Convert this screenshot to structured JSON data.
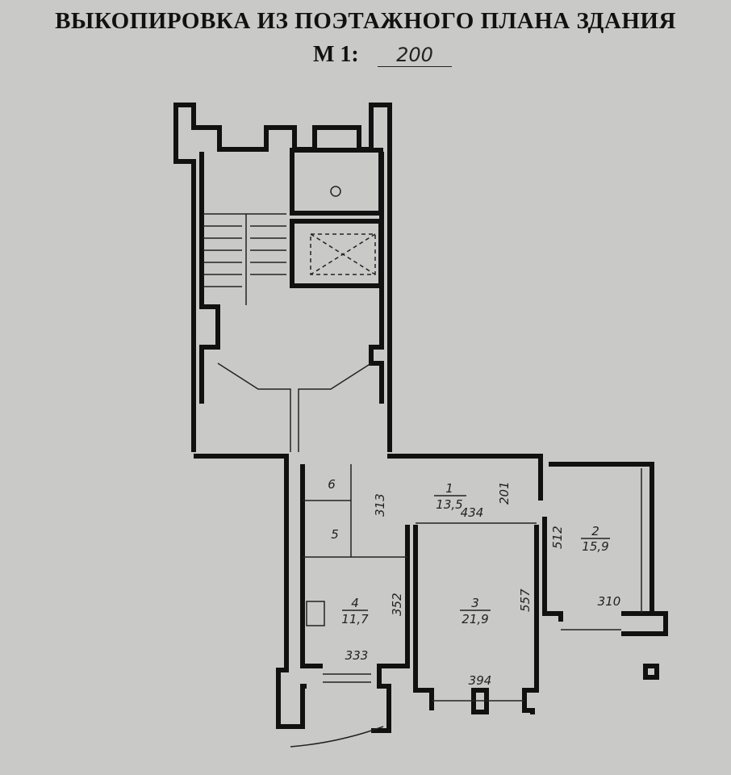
{
  "title": "ВЫКОПИРОВКА ИЗ ПОЭТАЖНОГО ПЛАНА ЗДАНИЯ",
  "scale": {
    "label": "М 1:",
    "value": "200"
  },
  "rooms": [
    {
      "number": "1",
      "area": "13,5"
    },
    {
      "number": "2",
      "area": "15,9"
    },
    {
      "number": "3",
      "area": "21,9"
    },
    {
      "number": "4",
      "area": "11,7"
    },
    {
      "number": "5"
    },
    {
      "number": "6"
    }
  ],
  "dimensions": {
    "d313": "313",
    "d201": "201",
    "d434": "434",
    "d512": "512",
    "d557": "557",
    "d352": "352",
    "d310": "310",
    "d333": "333",
    "d394": "394"
  }
}
